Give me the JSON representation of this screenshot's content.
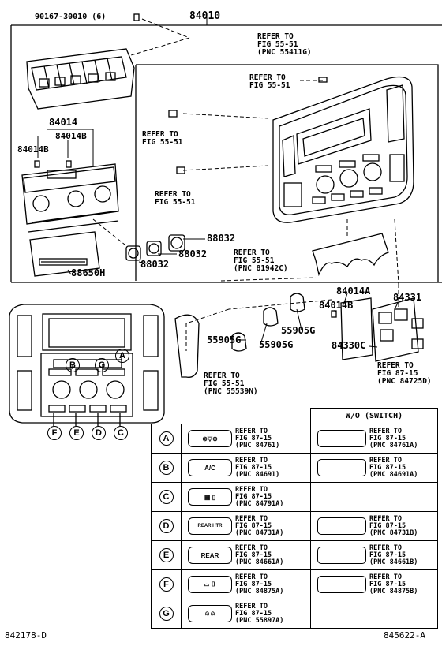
{
  "part_labels": {
    "screw": "90167-30010 (6)",
    "p84010": "84010",
    "p84014": "84014",
    "p84014B_a": "84014B",
    "p84014B_b": "84014B",
    "p88032_a": "88032",
    "p88032_b": "88032",
    "p88032_c": "88032",
    "p88650H": "88650H",
    "p84014A": "84014A",
    "p84014B_c": "84014B",
    "p84331": "84331",
    "p84330C": "84330C",
    "p55905G_a": "55905G",
    "p55905G_b": "55905G",
    "p55905G_c": "55905G"
  },
  "refers": {
    "r1": "REFER TO\nFIG 55-51\n(PNC 55411G)",
    "r2": "REFER TO\nFIG 55-51",
    "r3": "REFER TO\nFIG 55-51",
    "r4": "REFER TO\nFIG 55-51",
    "r5": "REFER TO\nFIG 55-51\n(PNC 81942C)",
    "r6": "REFER TO\nFIG 55-51\n(PNC 55539N)",
    "r7": "REFER TO\nFIG 87-15\n(PNC 84725D)"
  },
  "panel_markers": [
    "A",
    "B",
    "G",
    "F",
    "E",
    "D",
    "C"
  ],
  "table": {
    "header": "W/O (SWITCH)",
    "rows": [
      {
        "key": "A",
        "icon": "fan-defrost-switch-icon",
        "ref": "REFER TO\nFIG 87-15\n(PNC 84761)",
        "alt_ref": "REFER TO\nFIG 87-15\n(PNC 84761A)"
      },
      {
        "key": "B",
        "icon": "ac-switch-icon",
        "icon_text": "A/C",
        "ref": "REFER TO\nFIG 87-15\n(PNC 84691)",
        "alt_ref": "REFER TO\nFIG 87-15\n(PNC 84691A)"
      },
      {
        "key": "C",
        "icon": "rear-defogger-switch-icon",
        "ref": "REFER TO\nFIG 87-15\n(PNC 84791A)",
        "alt_ref": ""
      },
      {
        "key": "D",
        "icon": "rear-heater-switch-icon",
        "icon_text": "REAR HTR",
        "ref": "REFER TO\nFIG 87-15\n(PNC 84731A)",
        "alt_ref": "REFER TO\nFIG 87-15\n(PNC 84731B)"
      },
      {
        "key": "E",
        "icon": "rear-switch-icon",
        "icon_text": "REAR",
        "ref": "REFER TO\nFIG 87-15\n(PNC 84661A)",
        "alt_ref": "REFER TO\nFIG 87-15\n(PNC 84661B)"
      },
      {
        "key": "F",
        "icon": "front-defroster-switch-icon",
        "ref": "REFER TO\nFIG 87-15\n(PNC 84875A)",
        "alt_ref": "REFER TO\nFIG 87-15\n(PNC 84875B)"
      },
      {
        "key": "G",
        "icon": "vent-mode-switch-icon",
        "ref": "REFER TO\nFIG 87-15\n(PNC 55897A)",
        "alt_ref": ""
      }
    ]
  },
  "footer": {
    "left": "842178-D",
    "right": "845622-A"
  }
}
